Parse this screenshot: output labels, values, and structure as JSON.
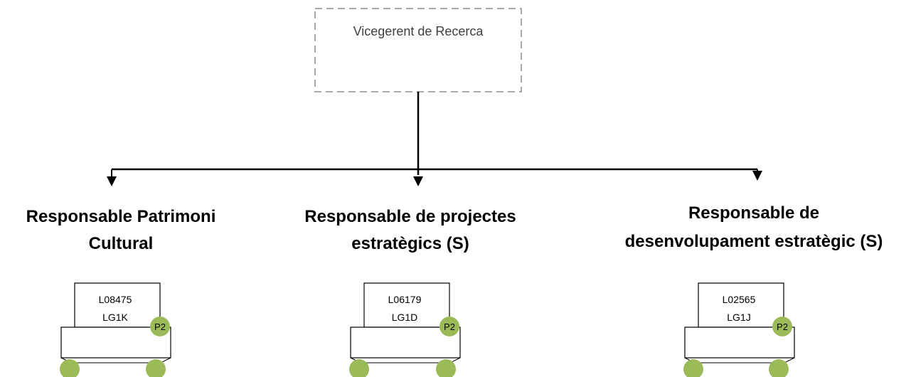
{
  "top_box": {
    "label": "Vicegerent de Recerca"
  },
  "positions": [
    {
      "title_lines": [
        "Responsable Patrimoni",
        "Cultural"
      ],
      "code": "L08475",
      "grade": "LG1K",
      "badge": "P2"
    },
    {
      "title_lines": [
        "Responsable de projectes",
        "estratègics (S)"
      ],
      "code": "L06179",
      "grade": "LG1D",
      "badge": "P2"
    },
    {
      "title_lines": [
        "Responsable de",
        "desenvolupament estratègic (S)"
      ],
      "code": "L02565",
      "grade": "LG1J",
      "badge": "P2"
    }
  ],
  "colors": {
    "badge_fill": "#9bbb59",
    "dashed_border": "#8c8c8c",
    "line": "#000000"
  }
}
